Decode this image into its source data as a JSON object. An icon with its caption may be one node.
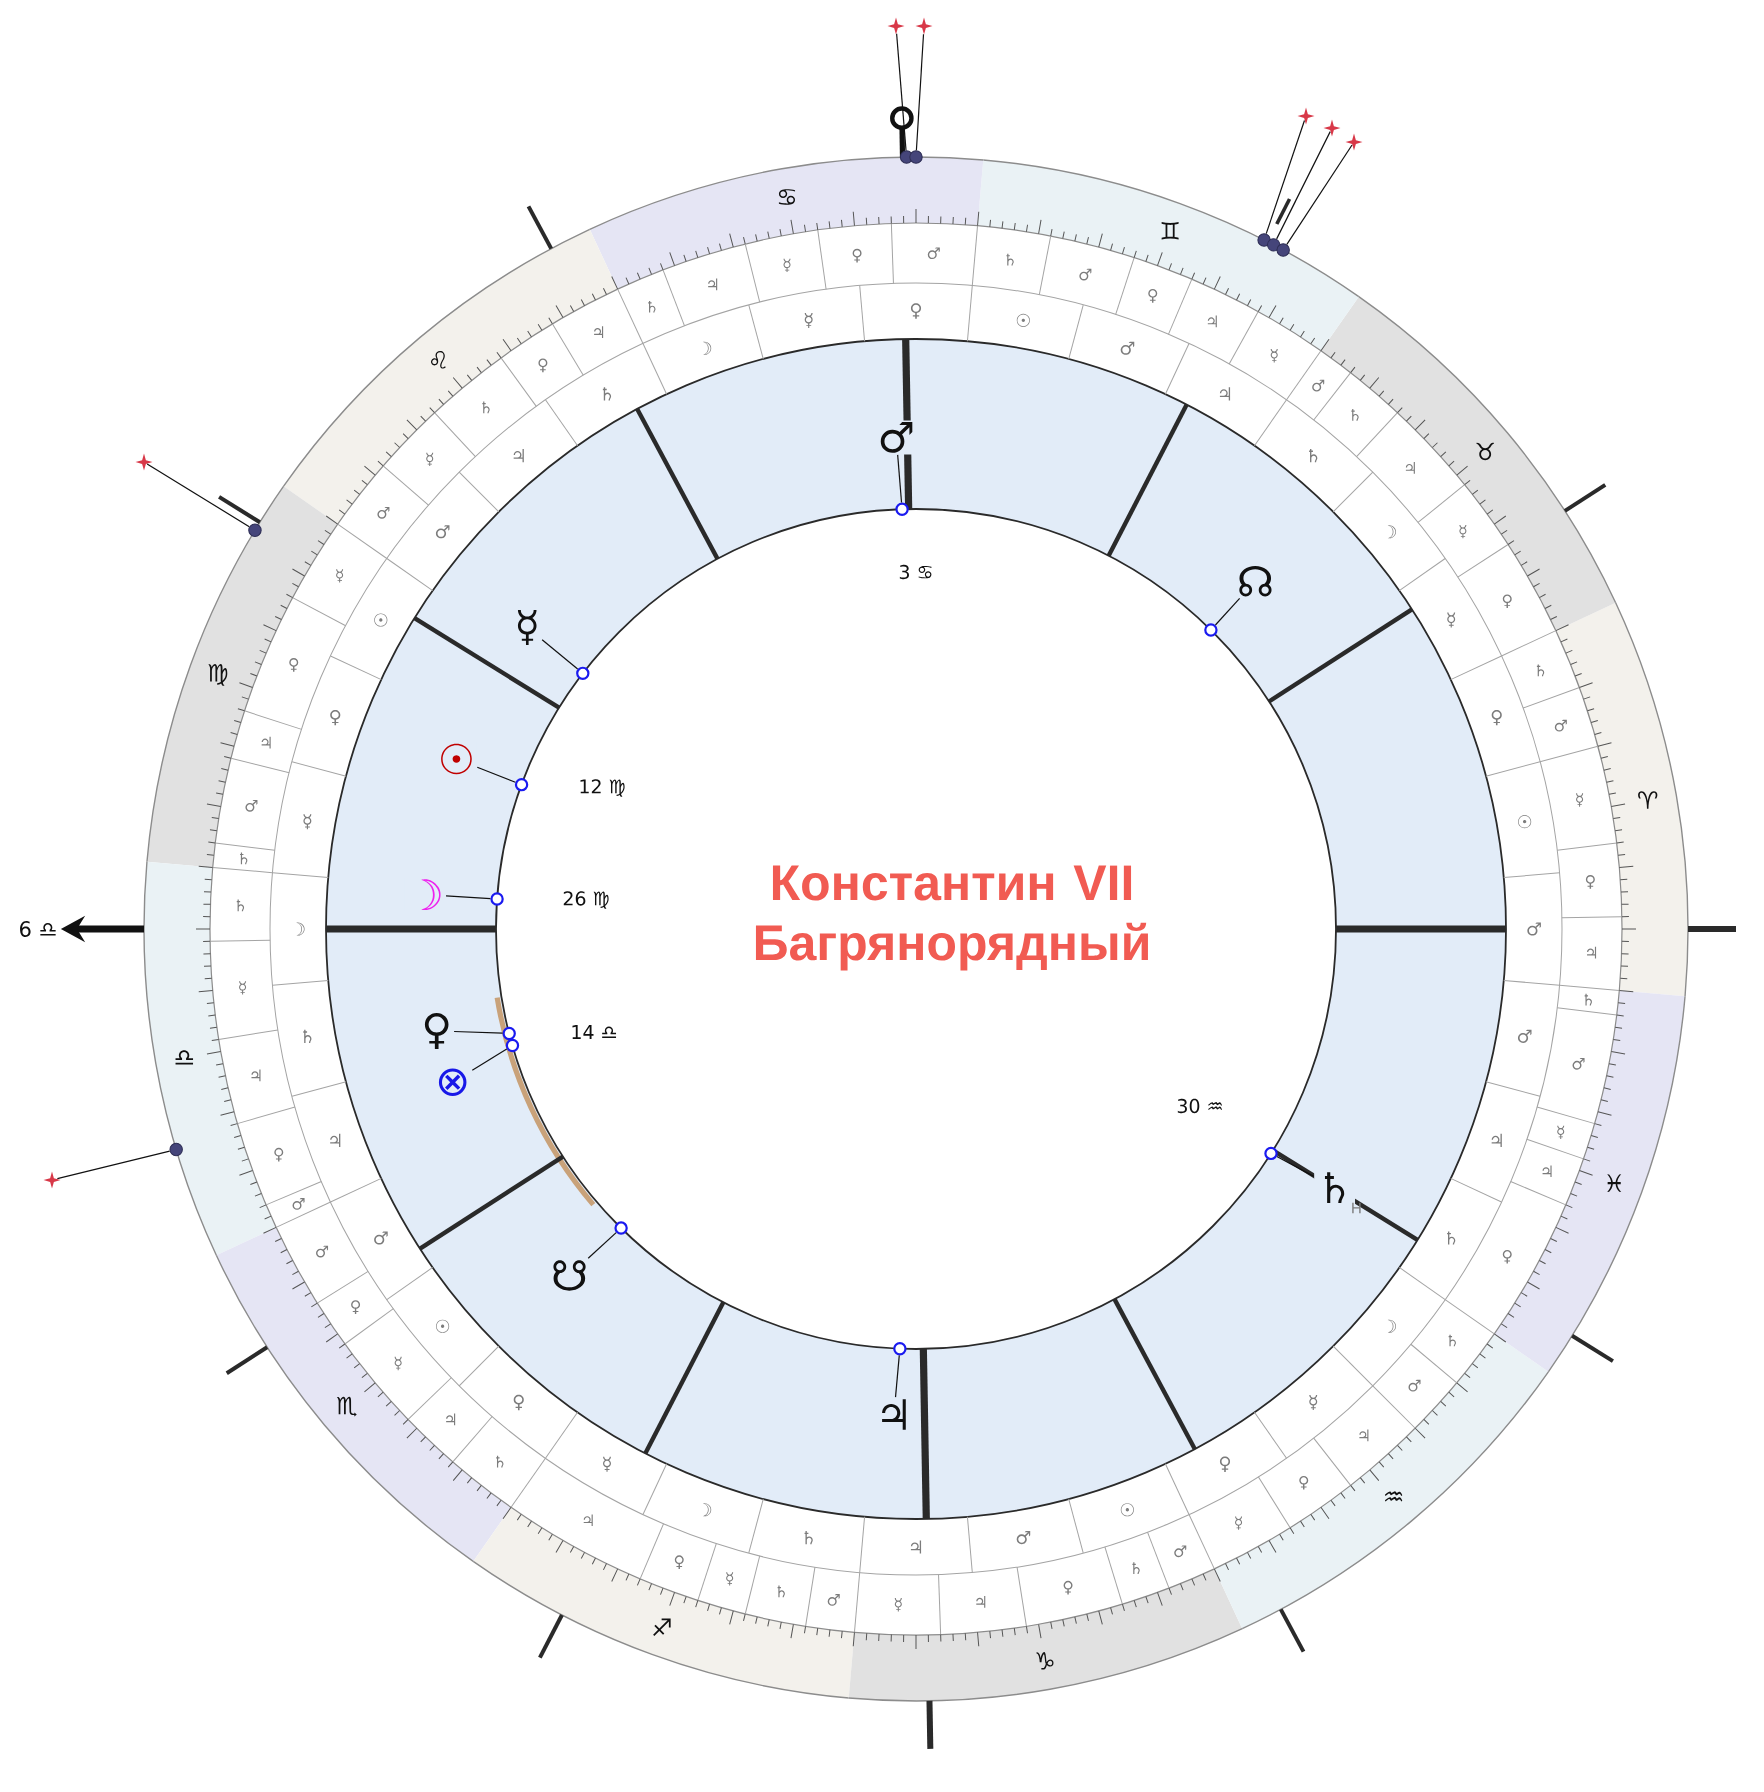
{
  "diagram": {
    "title": "Константин VII Багрянорядный",
    "nodes": [
      {
        "text": [
          "♂"
        ]
      },
      {
        "text": [],
        "shape": "circle"
      },
      {
        "text": [
          "☊"
        ]
      },
      {
        "text": [],
        "shape": "circle"
      },
      {
        "text": [
          "☿"
        ]
      },
      {
        "text": [],
        "shape": "circle"
      },
      {
        "text": [
          "☉"
        ]
      },
      {
        "text": [],
        "shape": "circle"
      },
      {
        "text": [
          "☽"
        ]
      },
      {
        "text": [],
        "shape": "circle"
      },
      {
        "text": [
          "♀"
        ]
      },
      {
        "text": [],
        "shape": "circle"
      },
      {
        "text": [
          "⊗"
        ]
      },
      {
        "text": [],
        "shape": "circle"
      },
      {
        "text": [
          "♄"
        ],
        "beside": [
          "H"
        ]
      },
      {
        "text": [],
        "shape": "circle"
      },
      {
        "text": [
          "☋"
        ]
      },
      {
        "text": [],
        "shape": "circle"
      },
      {
        "text": [
          "♃"
        ]
      },
      {
        "text": [],
        "shape": "circle"
      },
      {
        "text": [],
        "shape": "star"
      },
      {
        "text": [],
        "shape": "circle"
      },
      {
        "text": [],
        "shape": "star"
      },
      {
        "text": [],
        "shape": "circle"
      },
      {
        "text": [],
        "shape": "star"
      },
      {
        "text": [],
        "shape": "circle"
      },
      {
        "text": [],
        "shape": "star"
      },
      {
        "text": [],
        "shape": "circle"
      },
      {
        "text": [],
        "shape": "star"
      },
      {
        "text": [],
        "shape": "circle"
      },
      {
        "text": [],
        "shape": "star"
      },
      {
        "text": [],
        "shape": "circle"
      },
      {
        "text": [],
        "shape": "star"
      },
      {
        "text": [],
        "shape": "circle"
      },
      {
        "text": [
          "6 ♎"
        ]
      }
    ],
    "edges": [
      {
        "from": 0,
        "to": 1,
        "arrow": "none"
      },
      {
        "from": 2,
        "to": 3,
        "arrow": "none"
      },
      {
        "from": 4,
        "to": 5,
        "arrow": "none"
      },
      {
        "from": 6,
        "to": 7,
        "arrow": "none"
      },
      {
        "from": 8,
        "to": 9,
        "arrow": "none"
      },
      {
        "from": 10,
        "to": 11,
        "arrow": "none"
      },
      {
        "from": 12,
        "to": 13,
        "arrow": "none"
      },
      {
        "from": 14,
        "to": 15,
        "arrow": "none"
      },
      {
        "from": 16,
        "to": 17,
        "arrow": "none"
      },
      {
        "from": 18,
        "to": 19,
        "arrow": "none"
      },
      {
        "from": 20,
        "to": 21,
        "arrow": "none"
      },
      {
        "from": 22,
        "to": 23,
        "arrow": "none"
      },
      {
        "from": 24,
        "to": 25,
        "arrow": "none"
      },
      {
        "from": 26,
        "to": 27,
        "arrow": "none"
      },
      {
        "from": 28,
        "to": 29,
        "arrow": "none"
      },
      {
        "from": 30,
        "to": 31,
        "arrow": "none"
      },
      {
        "from": 32,
        "to": 33,
        "arrow": "none"
      },
      {
        "from": null,
        "to": 34,
        "arrow": "to",
        "style": "thick"
      }
    ],
    "labels": [
      "3 ♋",
      "12 ♍",
      "26 ♍",
      "14 ♎",
      "30 ♒",
      "♈",
      "♉",
      "♊",
      "♋",
      "♌",
      "♍",
      "♎",
      "♏",
      "♐",
      "♑",
      "♒",
      "♓",
      "♃",
      "♀",
      "☿",
      "♂",
      "♄",
      "♀",
      "☿",
      "♃",
      "♄",
      "♂",
      "☿",
      "♃",
      "♀",
      "♂",
      "♄",
      "♂",
      "♀",
      "☿",
      "♃",
      "♄",
      "♃",
      "♀",
      "♄",
      "☿",
      "♂",
      "☿",
      "♀",
      "♃",
      "♂",
      "♄",
      "♄",
      "☿",
      "♃",
      "♀",
      "♂",
      "♂",
      "♀",
      "☿",
      "♃",
      "♄",
      "♃",
      "♀",
      "☿",
      "♄",
      "♂",
      "☿",
      "♃",
      "♀",
      "♄",
      "♂",
      "☿",
      "♀",
      "♃",
      "♂",
      "♄",
      "♀",
      "♃",
      "☿",
      "♂",
      "♄",
      "♂",
      "☉",
      "♀",
      "☿",
      "☽",
      "♄",
      "♃",
      "♂",
      "☉",
      "♀",
      "☿",
      "☽",
      "♄",
      "♃",
      "♂",
      "☉",
      "♀",
      "☿",
      "☽",
      "♄",
      "♃",
      "♂",
      "☉",
      "♀",
      "☿",
      "☽",
      "♄",
      "♃",
      "♂",
      "☉",
      "♀",
      "☿",
      "☽",
      "♄",
      "♃",
      "♂"
    ]
  }
}
